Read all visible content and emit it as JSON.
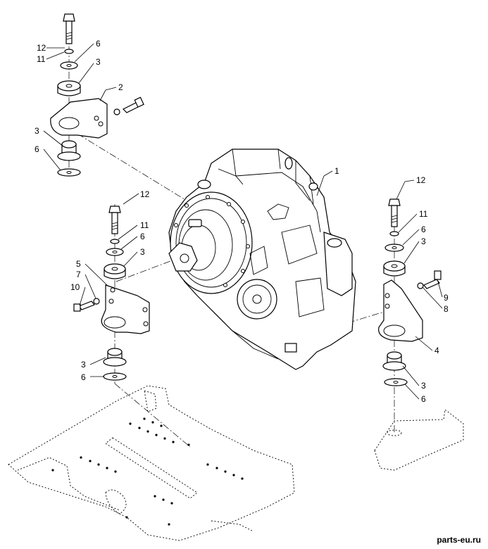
{
  "labels": {
    "l1": "1",
    "l2": "2",
    "l3a": "3",
    "l3b": "3",
    "l3c": "3",
    "l3d": "3",
    "l3e": "3",
    "l3f": "3",
    "l4": "4",
    "l5": "5",
    "l6a": "6",
    "l6b": "6",
    "l6c": "6",
    "l6d": "6",
    "l6e": "6",
    "l6f": "6",
    "l7": "7",
    "l8": "8",
    "l9": "9",
    "l10": "10",
    "l11a": "11",
    "l11b": "11",
    "l11c": "11",
    "l12a": "12",
    "l12b": "12",
    "l12c": "12"
  },
  "watermark": "parts-eu.ru"
}
